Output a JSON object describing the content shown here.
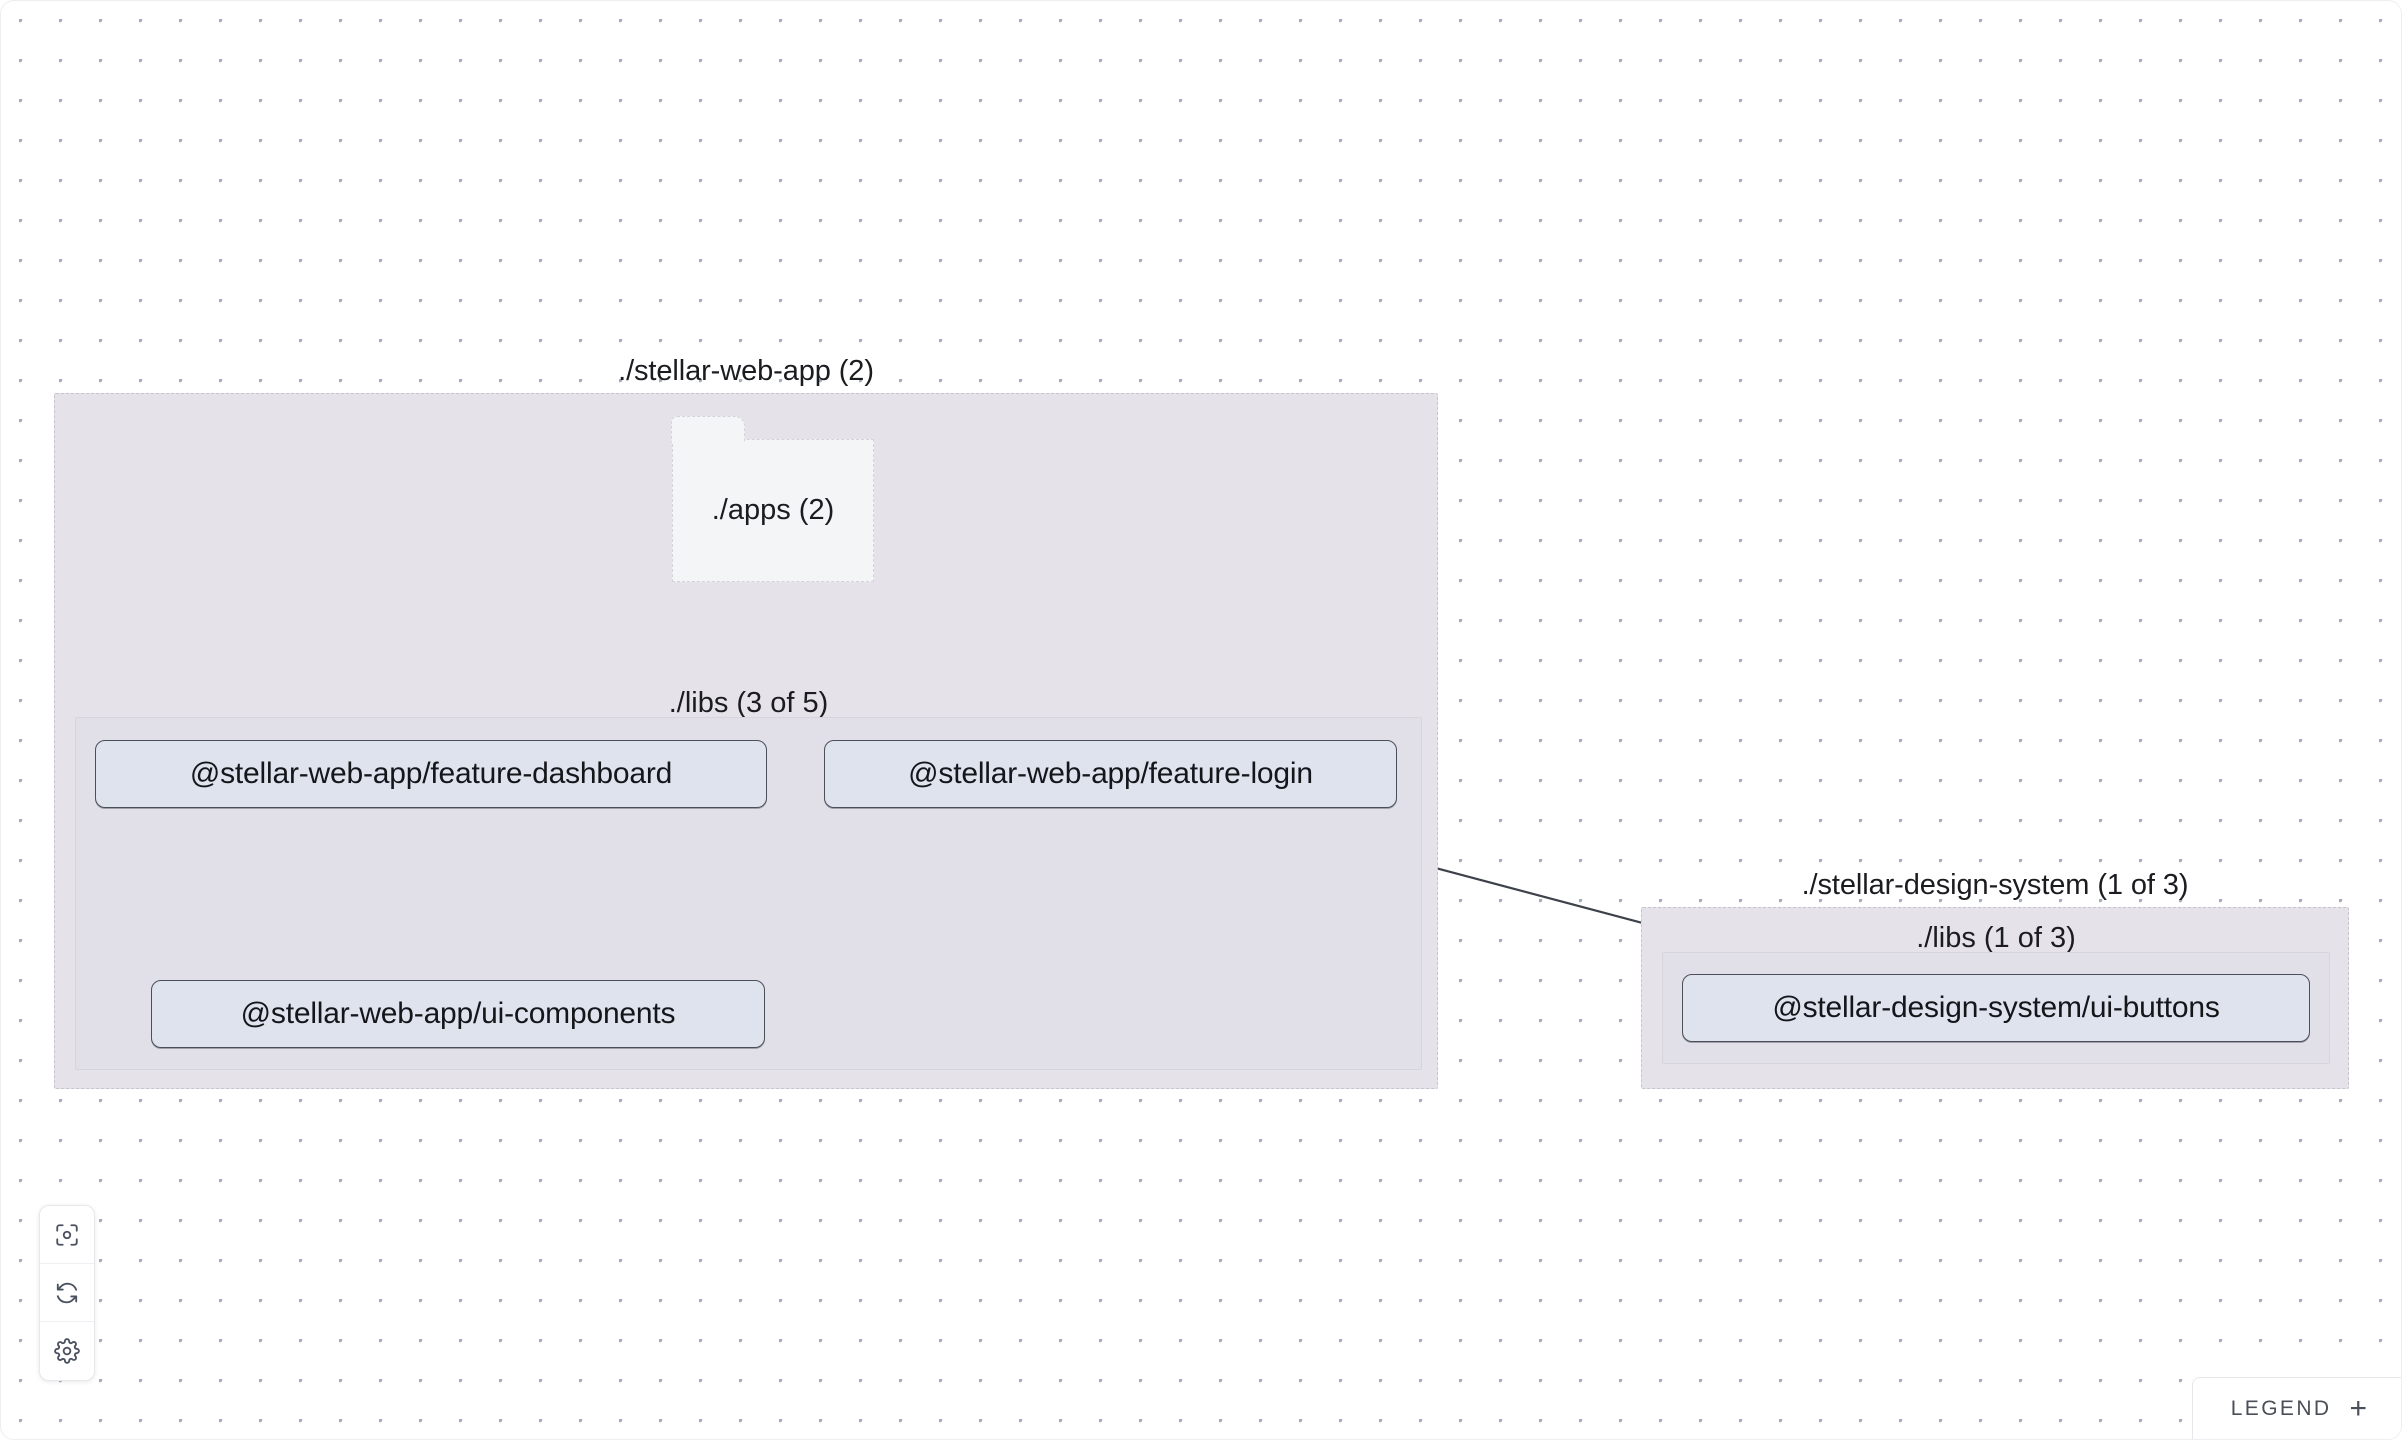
{
  "canvas": {
    "background_color": "#ffffff",
    "dot_color": "#a3adbd"
  },
  "groups": [
    {
      "id": "stellar-web-app",
      "label": "./stellar-web-app (2)",
      "fill": "#e5e3e9",
      "subgroup": {
        "id": "web-app-libs",
        "label": "./libs (3 of 5)"
      }
    },
    {
      "id": "stellar-design-system",
      "label": "./stellar-design-system (1 of 3)",
      "fill": "#e5e3e9",
      "subgroup": {
        "id": "design-system-libs",
        "label": "./libs (1 of 3)"
      }
    }
  ],
  "folders": [
    {
      "id": "apps",
      "label": "./apps (2)",
      "fill": "#f4f5f7"
    }
  ],
  "nodes": [
    {
      "id": "feature-dashboard",
      "label": "@stellar-web-app/feature-dashboard",
      "fill": "#dfe3ee"
    },
    {
      "id": "feature-login",
      "label": "@stellar-web-app/feature-login",
      "fill": "#dfe3ee"
    },
    {
      "id": "ui-components",
      "label": "@stellar-web-app/ui-components",
      "fill": "#dfe3ee"
    },
    {
      "id": "ui-buttons",
      "label": "@stellar-design-system/ui-buttons",
      "fill": "#dfe3ee"
    }
  ],
  "edges": [
    {
      "from": "apps",
      "to": "feature-dashboard",
      "style": "dashed"
    },
    {
      "from": "apps",
      "to": "feature-login",
      "style": "dashed"
    },
    {
      "from": "feature-dashboard",
      "to": "ui-components",
      "style": "solid"
    },
    {
      "from": "feature-login",
      "to": "ui-components",
      "style": "solid"
    },
    {
      "from": "feature-login",
      "to": "ui-buttons",
      "style": "solid"
    }
  ],
  "controls": [
    {
      "id": "focus",
      "icon": "focus-target-icon",
      "title": "Focus graph"
    },
    {
      "id": "refresh",
      "icon": "refresh-icon",
      "title": "Refresh graph"
    },
    {
      "id": "settings",
      "icon": "gear-icon",
      "title": "Settings"
    }
  ],
  "legend": {
    "label": "LEGEND",
    "expand": "+"
  }
}
